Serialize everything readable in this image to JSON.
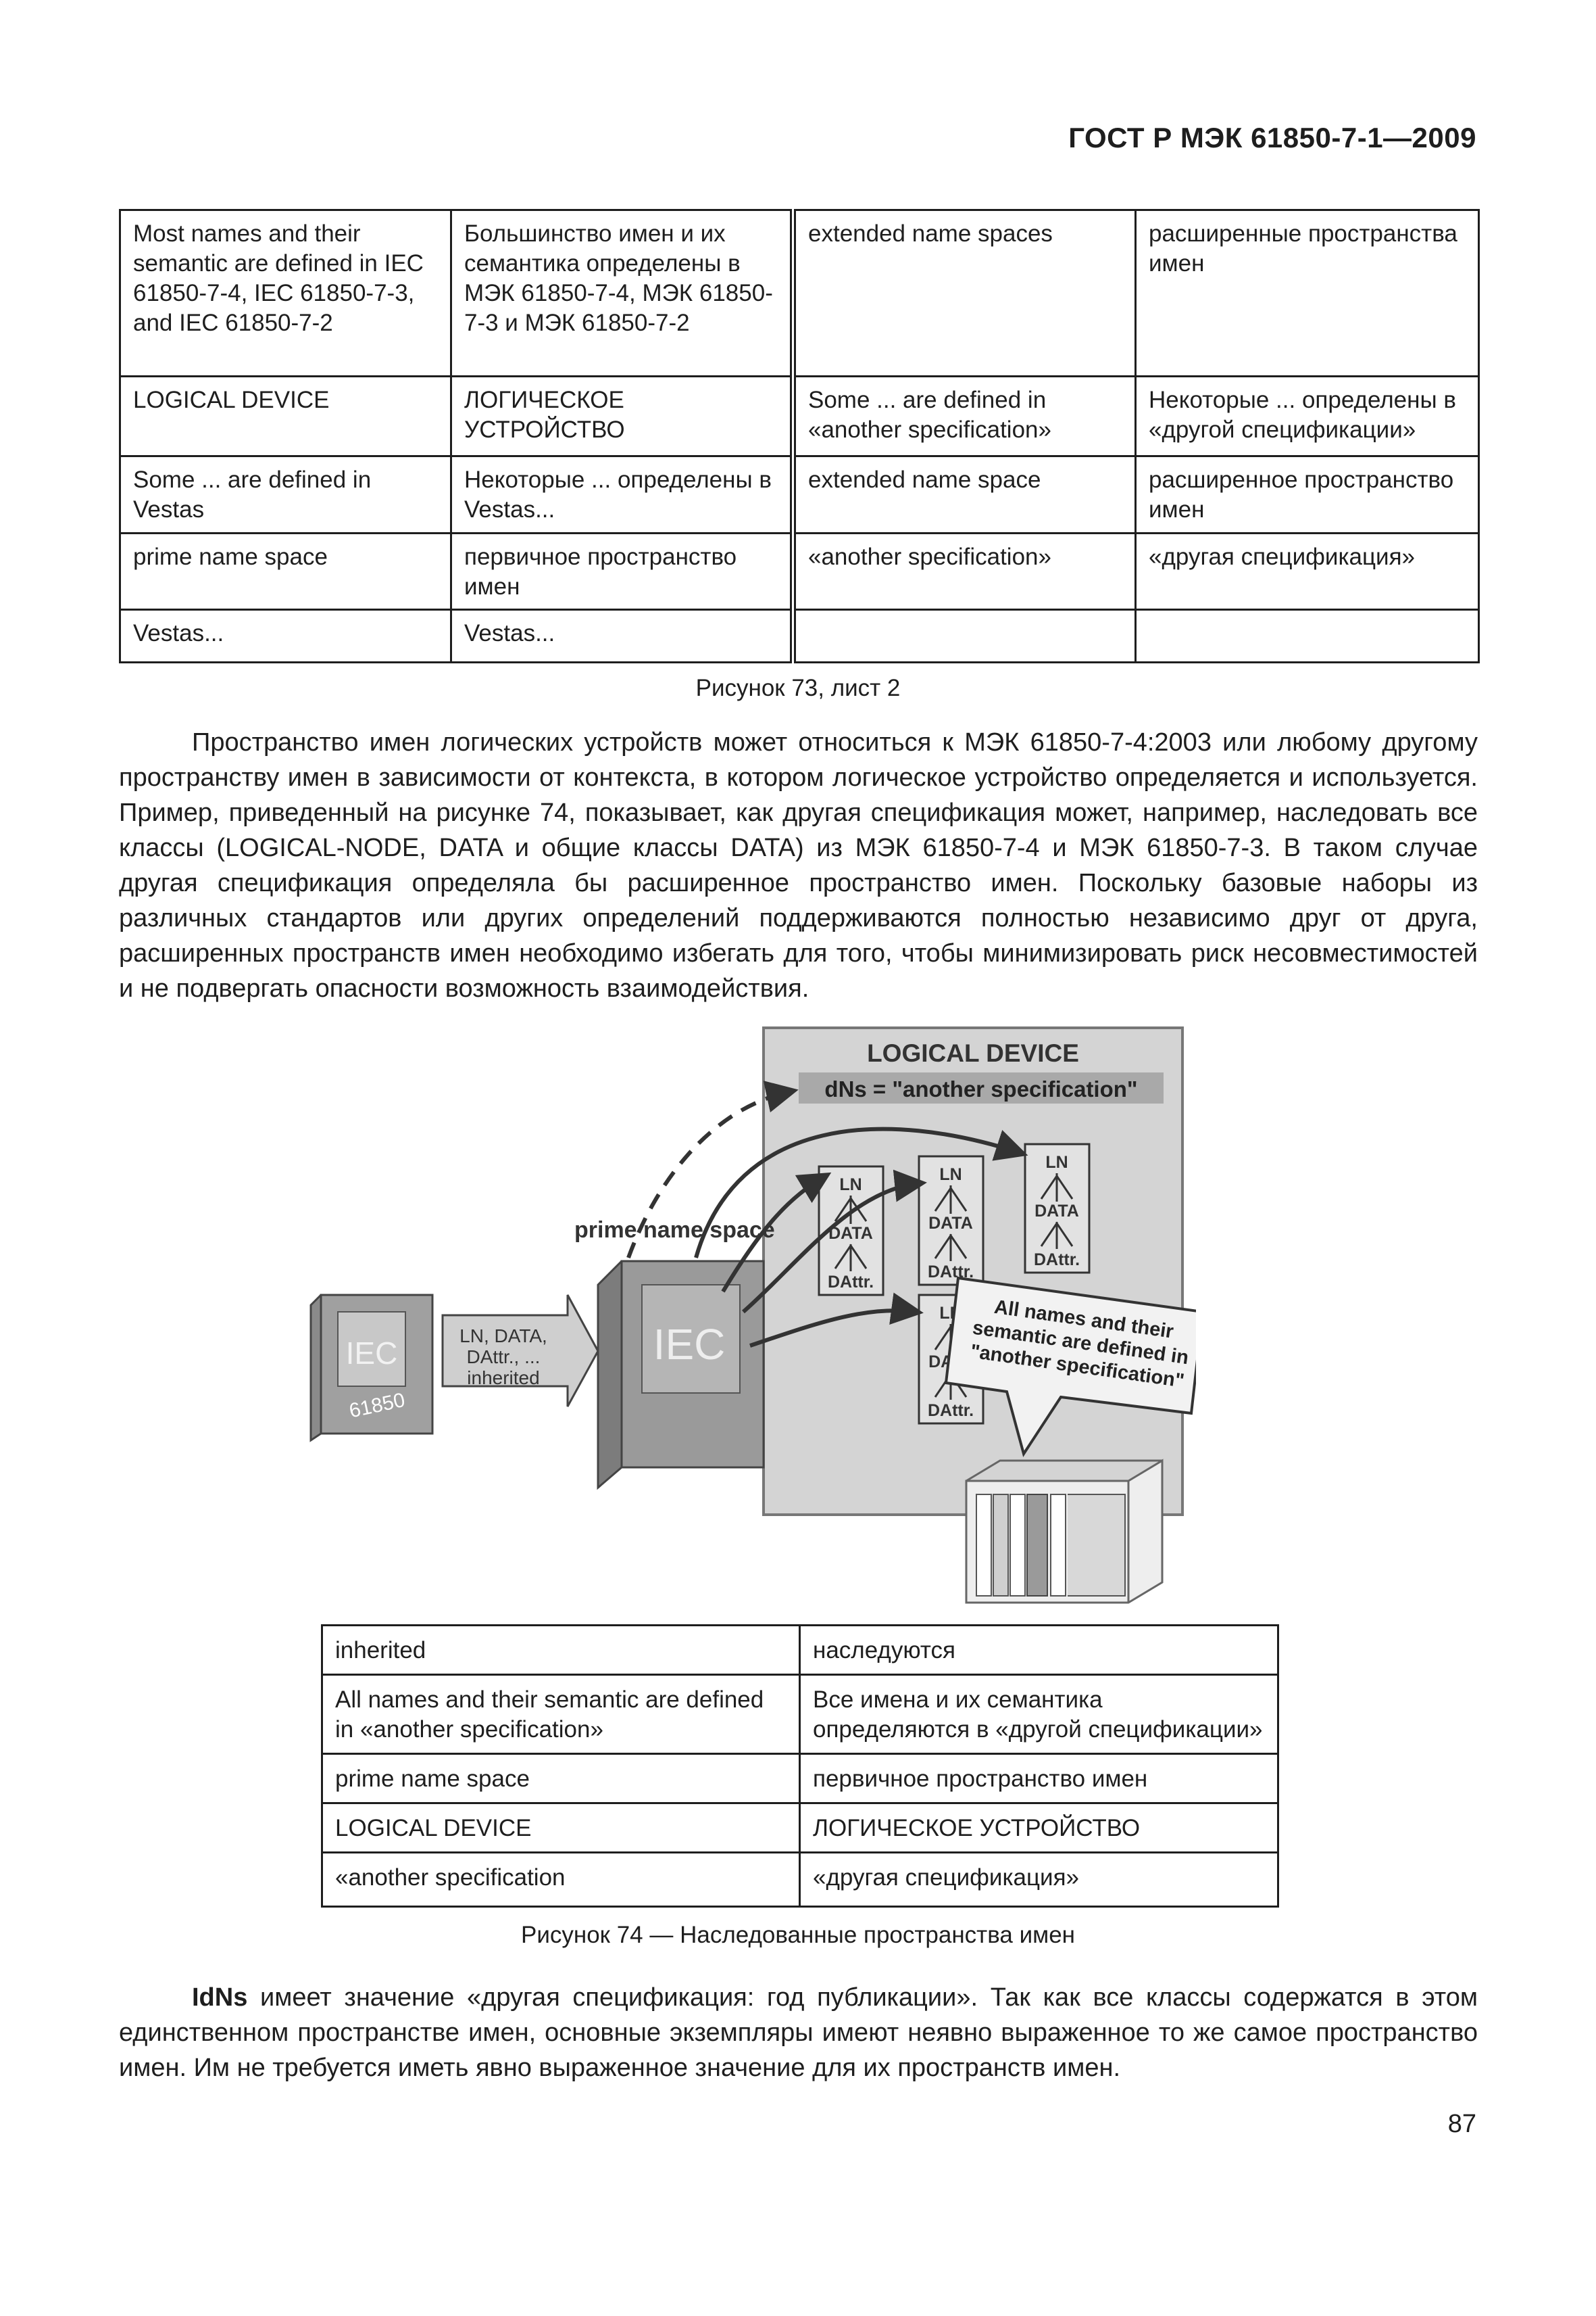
{
  "header": {
    "standard": "ГОСТ Р МЭК 61850-7-1—2009"
  },
  "table1": {
    "rows": [
      [
        "Most names and their semantic are defined in IEC 61850-7-4, IEC 61850-7-3, and IEC 61850-7-2",
        "Большинство имен и их семантика определены в МЭК 61850-7-4, МЭК 61850-7-3 и МЭК 61850-7-2",
        "extended name spaces",
        "расширенные пространства имен"
      ],
      [
        "LOGICAL DEVICE",
        "ЛОГИЧЕСКОЕ УСТРОЙСТВО",
        "Some ... are defined in «another specification»",
        "Некоторые ... определены в «другой спецификации»"
      ],
      [
        "Some ... are defined in Vestas",
        "Некоторые ... определены в Vestas...",
        "extended name space",
        "расширенное пространство имен"
      ],
      [
        "prime name space",
        "первичное пространство имен",
        "«another specification»",
        "«другая спецификация»"
      ],
      [
        "Vestas...",
        "Vestas...",
        "",
        ""
      ]
    ]
  },
  "caption73": "Рисунок 73, лист 2",
  "paragraph1": "Пространство имен логических устройств может относиться к МЭК 61850-7-4:2003 или любому другому пространству имен в зависимости от контекста, в котором логическое устройство определяется и используется. Пример, приведенный на рисунке 74, показывает, как другая спецификация может, например, наследовать все классы (LOGICAL-NODE, DATA и общие классы DATA) из МЭК 61850-7-4 и МЭК 61850-7-3. В таком случае другая спецификация определяла бы расширенное пространство имен. Поскольку базовые наборы из различных стандартов или других определений поддерживаются полностью независимо друг от друга, расширенных пространств имен необходимо избегать для того, чтобы минимизировать риск несовместимостей и не подвергать опасности возможность взаимодействия.",
  "figure74": {
    "logical_device": "LOGICAL DEVICE",
    "dns": "dNs = \"another specification\"",
    "prime_name_space": "prime name space",
    "binder_iec": "IEC",
    "binder_number": "61850",
    "inherited_line1": "LN, DATA,",
    "inherited_line2": "DAttr., ...",
    "inherited_line3": "inherited",
    "ln": "LN",
    "data": "DATA",
    "dattr": "DAttr.",
    "bubble_line1": "All names and their",
    "bubble_line2": "semantic are defined in",
    "bubble_line3": "\"another specification\""
  },
  "table2": {
    "rows": [
      [
        "inherited",
        "наследуются"
      ],
      [
        "All names and their semantic are defined in «another specification»",
        "Все имена и их семантика определяются в «другой спецификации»"
      ],
      [
        "prime name space",
        "первичное пространство имен"
      ],
      [
        "LOGICAL DEVICE",
        "ЛОГИЧЕСКОЕ УСТРОЙСТВО"
      ],
      [
        "«another specification",
        "«другая спецификация»"
      ]
    ]
  },
  "caption74": "Рисунок 74 — Наследованные пространства имен",
  "paragraph2": {
    "bold": "IdNs",
    "text": " имеет значение «другая спецификация: год публикации». Так как все классы содержатся в этом единственном пространстве имен, основные экземпляры имеют неявно выраженное то же самое пространство имен. Им не требуется иметь явно выраженное значение для их пространств имен."
  },
  "page_number": "87"
}
